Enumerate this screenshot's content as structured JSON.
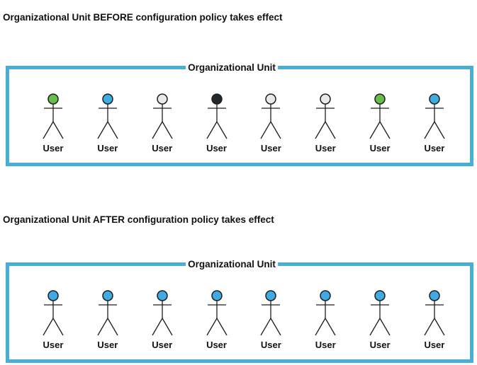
{
  "colors": {
    "box_border": "#47AED6",
    "figure_stroke": "#1E1E1E",
    "green": "#66BE4A",
    "blue": "#3EACE0",
    "gray": "#E9E9E9",
    "black": "#21292E"
  },
  "sections": [
    {
      "title": "Organizational Unit BEFORE configuration policy takes effect",
      "box_label": "Organizational Unit",
      "users": [
        {
          "label": "User",
          "head": "green"
        },
        {
          "label": "User",
          "head": "blue"
        },
        {
          "label": "User",
          "head": "gray"
        },
        {
          "label": "User",
          "head": "black"
        },
        {
          "label": "User",
          "head": "gray"
        },
        {
          "label": "User",
          "head": "gray"
        },
        {
          "label": "User",
          "head": "green"
        },
        {
          "label": "User",
          "head": "blue"
        }
      ]
    },
    {
      "title": "Organizational Unit AFTER configuration policy takes effect",
      "box_label": "Organizational Unit",
      "users": [
        {
          "label": "User",
          "head": "blue"
        },
        {
          "label": "User",
          "head": "blue"
        },
        {
          "label": "User",
          "head": "blue"
        },
        {
          "label": "User",
          "head": "blue"
        },
        {
          "label": "User",
          "head": "blue"
        },
        {
          "label": "User",
          "head": "blue"
        },
        {
          "label": "User",
          "head": "blue"
        },
        {
          "label": "User",
          "head": "blue"
        }
      ]
    }
  ]
}
